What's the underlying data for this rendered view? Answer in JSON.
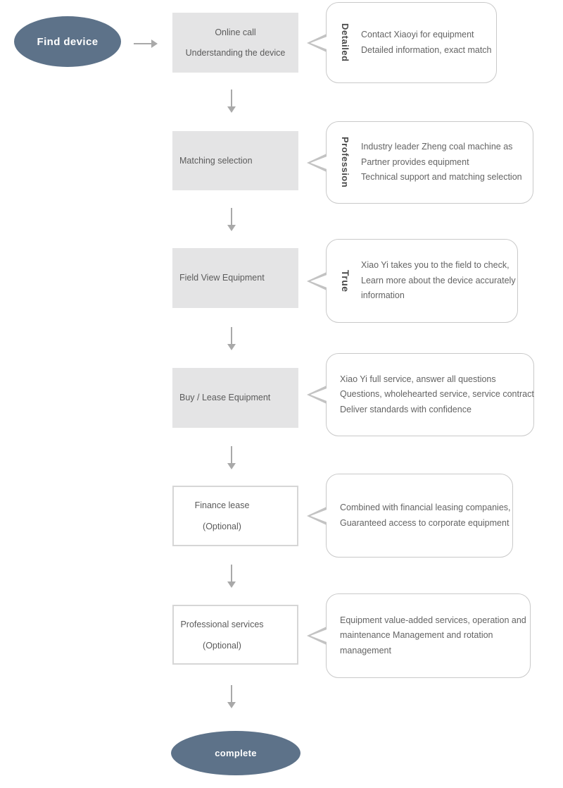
{
  "diagram_title": "device sourcing service flow",
  "colors": {
    "node_fill": "#5d7289",
    "node_text": "#ffffff",
    "step_fill": "#e4e4e5",
    "optional_border": "#d6d6d6",
    "bubble_border": "#c9c9c9",
    "body_text": "#646464",
    "arrow": "#a9a9a9"
  },
  "start": {
    "label": "Find device"
  },
  "end": {
    "label": "complete"
  },
  "steps": [
    {
      "box_lines": [
        "Online call",
        "Understanding the device"
      ],
      "bubble_label": "Detailed",
      "bubble_lines": [
        "Contact Xiaoyi for equipment",
        "Detailed information, exact match"
      ]
    },
    {
      "box_lines": [
        "Matching selection"
      ],
      "bubble_label": "Profession",
      "bubble_lines": [
        "Industry leader Zheng coal machine as",
        "Partner provides equipment",
        "Technical support and matching selection"
      ]
    },
    {
      "box_lines": [
        "Field View Equipment"
      ],
      "bubble_label": "True",
      "bubble_lines": [
        "Xiao Yi takes you to the field to check,",
        "Learn more about the device accurately",
        "information"
      ]
    },
    {
      "box_lines": [
        "Buy / Lease Equipment"
      ],
      "bubble_label": "",
      "bubble_lines": [
        "Xiao Yi full service, answer all questions",
        "Questions, wholehearted service, service contract",
        "Deliver standards with confidence"
      ]
    },
    {
      "box_lines": [
        "Finance lease",
        "(Optional)"
      ],
      "bubble_label": "",
      "bubble_lines": [
        "Combined with financial leasing companies,",
        "Guaranteed access to corporate equipment"
      ]
    },
    {
      "box_lines": [
        "Professional services",
        "(Optional)"
      ],
      "bubble_label": "",
      "bubble_lines": [
        "Equipment value-added services, operation and",
        "maintenance Management and rotation",
        "management"
      ]
    }
  ]
}
